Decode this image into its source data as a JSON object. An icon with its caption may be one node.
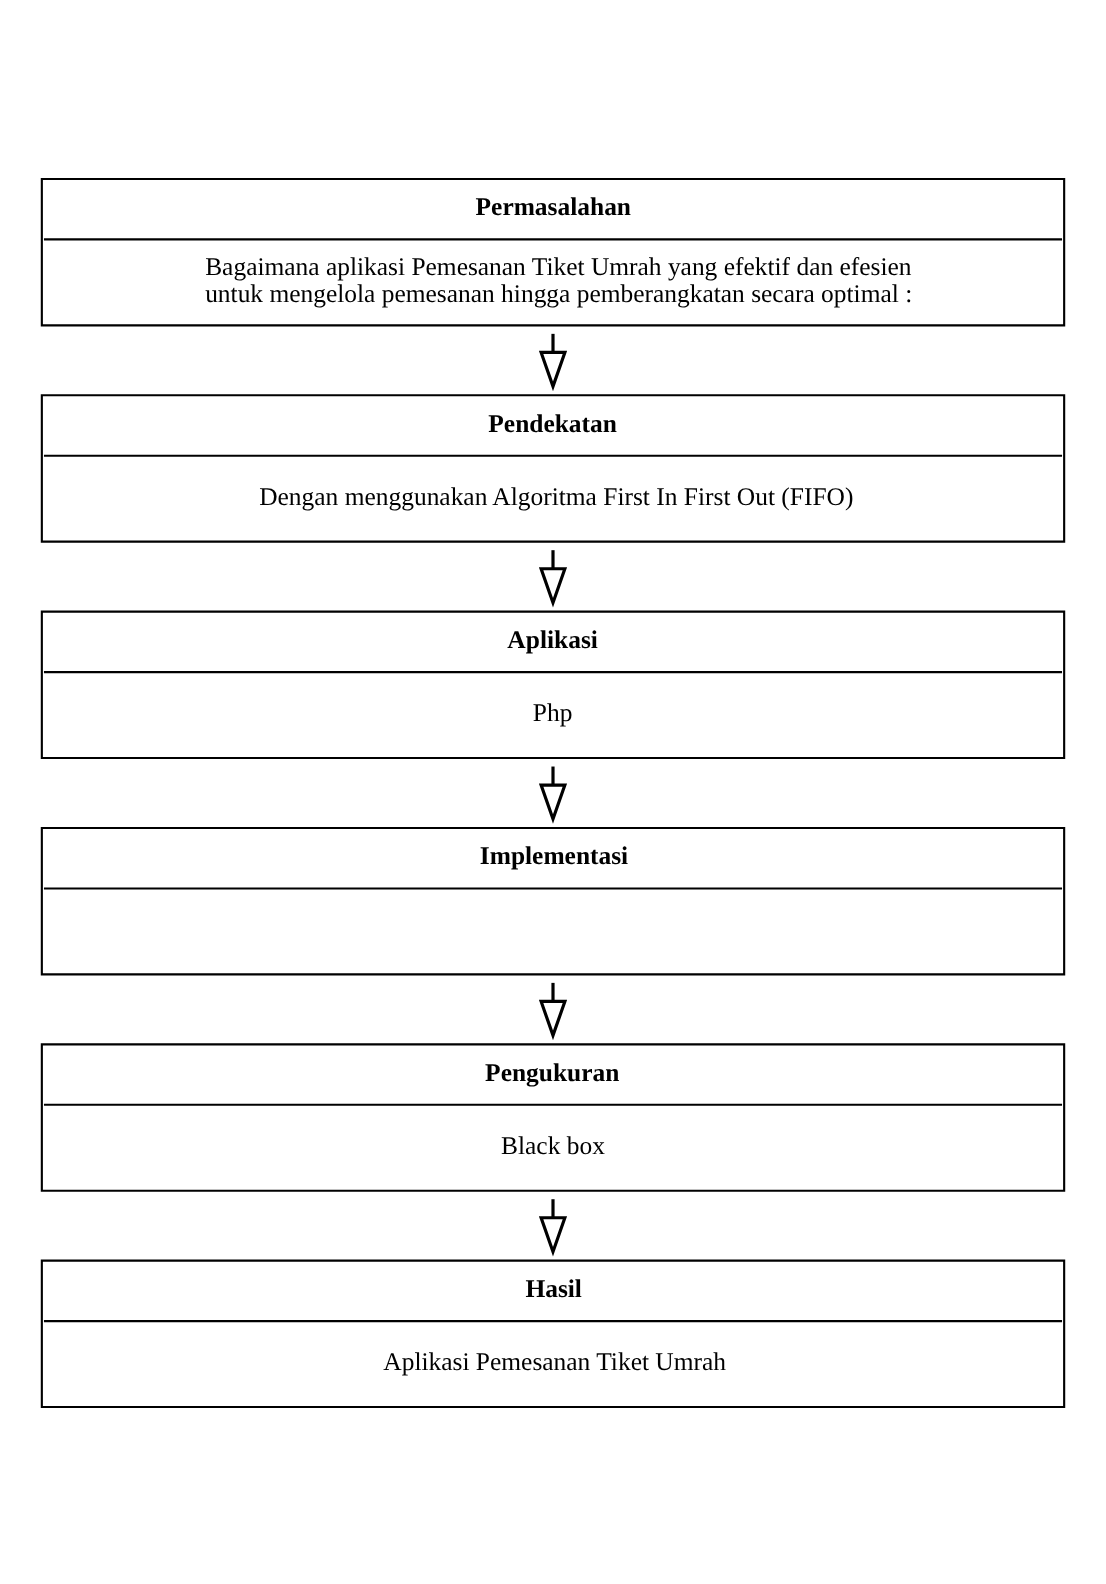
{
  "diagram": {
    "nodes": [
      {
        "text": [
          "Permasalahan",
          "Bagaimana aplikasi Pemesanan Tiket Umrah yang efektif dan efesien untuk mengelola pemesanan hingga pemberangkatan secara optimal :"
        ]
      },
      {
        "text": [
          "Pendekatan",
          "Dengan menggunakan Algoritma First In First Out (FIFO)"
        ]
      },
      {
        "text": [
          "Aplikasi",
          "Php"
        ]
      },
      {
        "text": [
          "Implementasi"
        ]
      },
      {
        "text": [
          "Pengukuran",
          "Black box"
        ]
      },
      {
        "text": [
          "Hasil",
          "Aplikasi Pemesanan Tiket Umrah"
        ]
      }
    ],
    "edges": [
      {
        "from": 0,
        "to": 1,
        "arrow": "to"
      },
      {
        "from": 1,
        "to": 2,
        "arrow": "to"
      },
      {
        "from": 2,
        "to": 3,
        "arrow": "to"
      },
      {
        "from": 3,
        "to": 4,
        "arrow": "to"
      },
      {
        "from": 4,
        "to": 5,
        "arrow": "to"
      }
    ]
  }
}
